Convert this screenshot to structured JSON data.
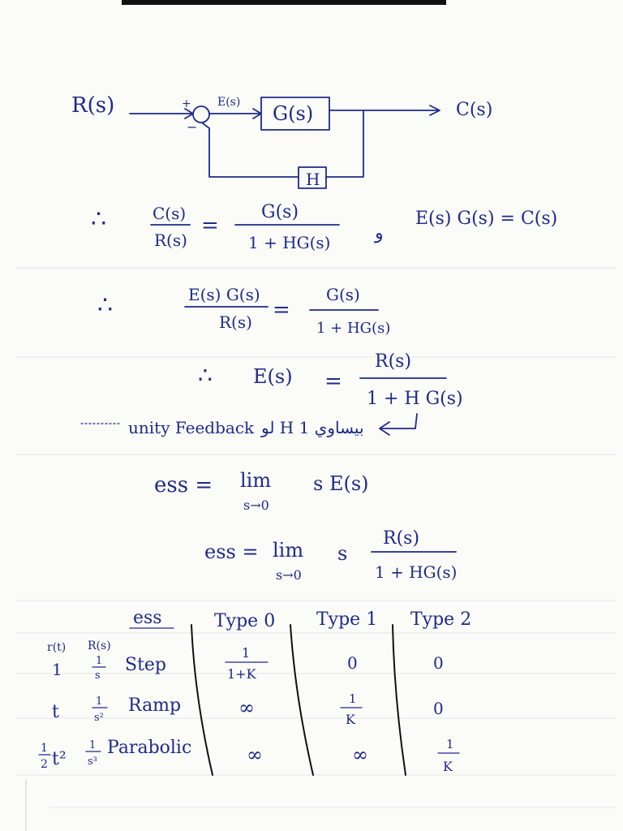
{
  "block_diagram": {
    "input": "R(s)",
    "plus": "+",
    "minus": "−",
    "error": "E(s)",
    "forward": "G(s)",
    "feedback": "H",
    "output": "C(s)"
  },
  "eq1": {
    "therefore": "∴",
    "lhs_num": "C(s)",
    "lhs_den": "R(s)",
    "eq": "=",
    "rhs_num": "G(s)",
    "rhs_den": "1 + HG(s)",
    "sep": "و",
    "aside": "E(s) G(s) = C(s)"
  },
  "eq2": {
    "therefore": "∴",
    "lhs_num": "E(s) G(s)",
    "lhs_den": "R(s)",
    "eq": "=",
    "rhs_num": "G(s)",
    "rhs_den": "1 + HG(s)"
  },
  "eq3": {
    "therefore": "∴",
    "lhs": "E(s)",
    "eq": "=",
    "rhs_num": "R(s)",
    "rhs_den": "1 + H G(s)"
  },
  "note": {
    "english": "unity Feedback",
    "arabic": "لو H بيساوي 1"
  },
  "ess1": {
    "lhs": "ess =",
    "lim": "lim",
    "sub": "s→0",
    "rhs": "s E(s)"
  },
  "ess2": {
    "lhs": "ess =",
    "lim": "lim",
    "sub": "s→0",
    "mult": "s",
    "rhs_num": "R(s)",
    "rhs_den": "1 + HG(s)"
  },
  "table": {
    "corner": "ess",
    "headers": [
      "Type 0",
      "Type 1",
      "Type 2"
    ],
    "col_rt": "r(t)",
    "col_rs": "R(s)",
    "rows": [
      {
        "rt": "1",
        "rs_num": "1",
        "rs_den": "s",
        "name": "Step",
        "t0_num": "1",
        "t0_den": "1+K",
        "t1": "0",
        "t2": "0"
      },
      {
        "rt": "t",
        "rs_num": "1",
        "rs_den": "s²",
        "name": "Ramp",
        "t0": "∞",
        "t1_num": "1",
        "t1_den": "K",
        "t2": "0"
      },
      {
        "rt_num": "1",
        "rt_den": "2",
        "rt_var": "t²",
        "rs_num": "1",
        "rs_den": "s³",
        "name": "Parabolic",
        "t0": "∞",
        "t1": "∞",
        "t2_num": "1",
        "t2_den": "K"
      }
    ]
  },
  "colors": {
    "ink": "#1e2a8a",
    "paper": "#fbfbf8",
    "rule": "#e4e4e4"
  }
}
